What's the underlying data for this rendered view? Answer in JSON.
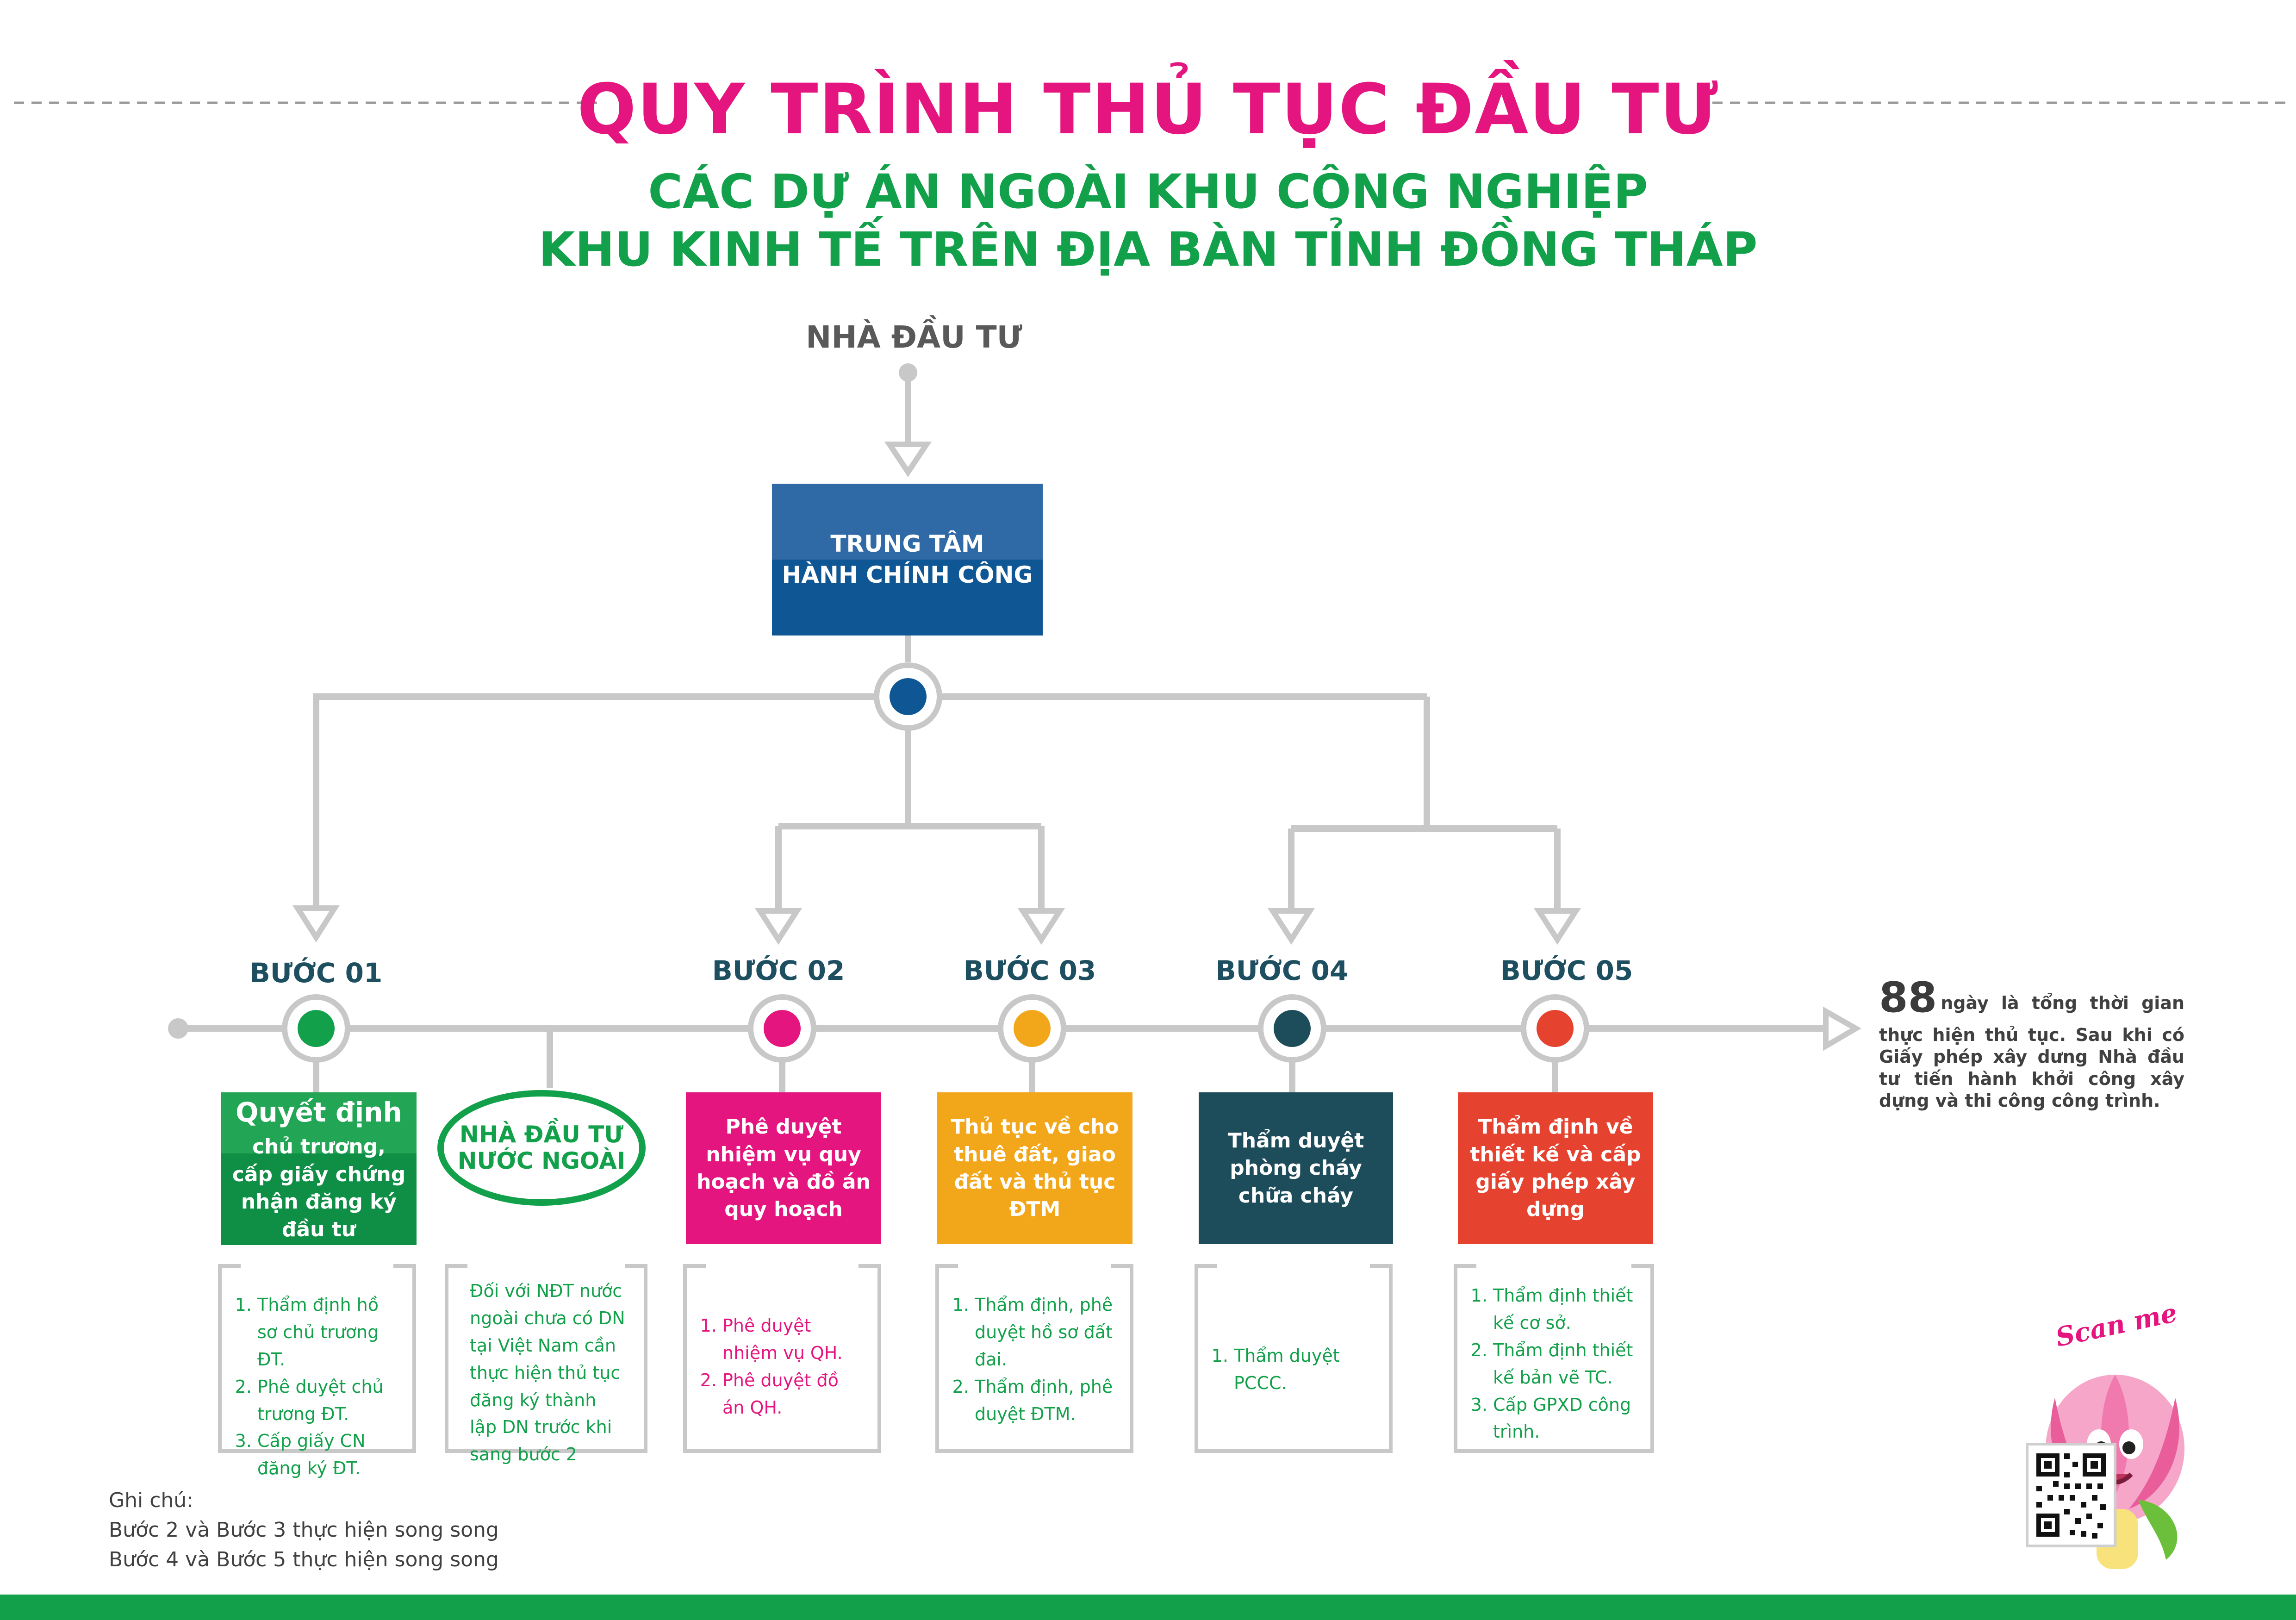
{
  "title": "QUY TRÌNH THỦ TỤC ĐẦU TƯ",
  "subtitle_line1": "CÁC DỰ ÁN NGOÀI KHU CÔNG NGHIỆP",
  "subtitle_line2": "KHU KINH TẾ TRÊN ĐỊA BÀN TỈNH ĐỒNG THÁP",
  "investor_label": "NHÀ ĐẦU TƯ",
  "center": {
    "line1": "TRUNG TÂM",
    "line2": "HÀNH CHÍNH CÔNG"
  },
  "colors": {
    "pink": "#e4157f",
    "green": "#12a04a",
    "blue": "#0f5794",
    "orange": "#f2a71b",
    "teal": "#1d4d5a",
    "red": "#e5432f",
    "gray": "#c8c8c8"
  },
  "steps": [
    {
      "label": "BƯỚC 01",
      "heading": "Quyết định",
      "box": "chủ trương, cấp giấy chứng nhận đăng ký đầu tư",
      "color": "#12a04a",
      "details": [
        "Thẩm định hồ sơ chủ trương ĐT.",
        "Phê duyệt chủ trương ĐT.",
        "Cấp giấy CN đăng  ký ĐT."
      ]
    },
    {
      "label": "BƯỚC 02",
      "box": "Phê duyệt nhiệm vụ quy hoạch và đồ án quy hoạch",
      "color": "#e4157f",
      "details": [
        "Phê duyệt nhiệm vụ QH.",
        "Phê duyệt đồ án QH."
      ]
    },
    {
      "label": "BƯỚC 03",
      "box": "Thủ tục về cho thuê đất, giao đất và thủ tục ĐTM",
      "color": "#f2a71b",
      "details": [
        "Thẩm định, phê duyệt hồ sơ đất đai.",
        "Thẩm định, phê duyệt ĐTM."
      ]
    },
    {
      "label": "BƯỚC 04",
      "box": "Thẩm duyệt phòng cháy chữa cháy",
      "color": "#1d4d5a",
      "details": [
        "Thẩm duyệt PCCC."
      ]
    },
    {
      "label": "BƯỚC 05",
      "box": "Thẩm định về thiết kế và cấp giấy phép xây dựng",
      "color": "#e5432f",
      "details": [
        "Thẩm định thiết kế cơ sở.",
        "Thẩm định thiết kế bản vẽ TC.",
        "Cấp GPXD công trình."
      ]
    }
  ],
  "foreign": {
    "label_line1": "NHÀ ĐẦU TƯ",
    "label_line2": "NƯỚC NGOÀI",
    "note": "Đối với NĐT nước ngoài chưa có DN tại Việt Nam cần thực hiện thủ tục đăng ký thành lập DN trước khi sang bước 2"
  },
  "summary": {
    "days": "88",
    "text": "ngày là tổng thời gian thực hiện thủ tục. Sau khi có Giấy phép xây dưng Nhà đầu tư tiến hành khởi công xây dựng và thi công công trình."
  },
  "notes": {
    "heading": "Ghi chú:",
    "line1": "Bước 2 và Bước 3 thực hiện song song",
    "line2": "Bước 4 và Bước 5 thực hiện song song"
  },
  "scan_label": "Scan me"
}
